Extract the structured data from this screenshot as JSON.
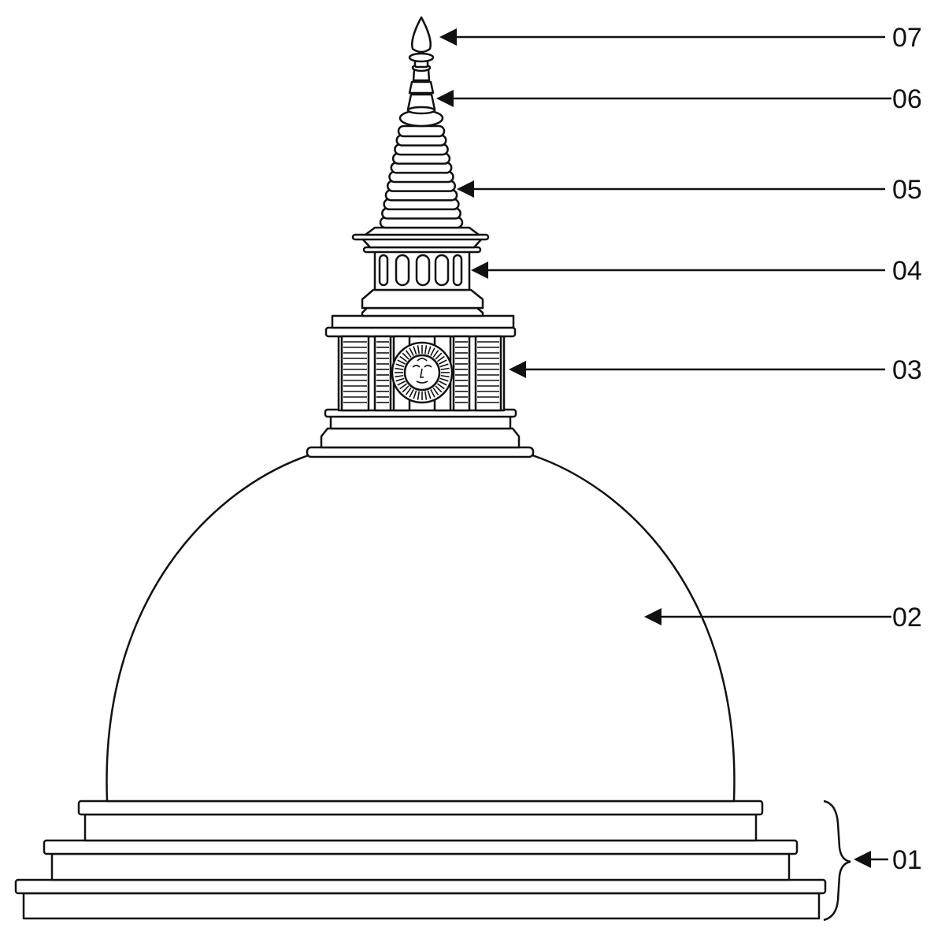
{
  "diagram": {
    "labels": [
      {
        "id": "01",
        "text": "01"
      },
      {
        "id": "02",
        "text": "02"
      },
      {
        "id": "03",
        "text": "03"
      },
      {
        "id": "04",
        "text": "04"
      },
      {
        "id": "05",
        "text": "05"
      },
      {
        "id": "06",
        "text": "06"
      },
      {
        "id": "07",
        "text": "07"
      }
    ],
    "colors": {
      "line": "#111111",
      "background": "#ffffff"
    },
    "icons": {
      "emblem": "sun-face-icon"
    }
  }
}
